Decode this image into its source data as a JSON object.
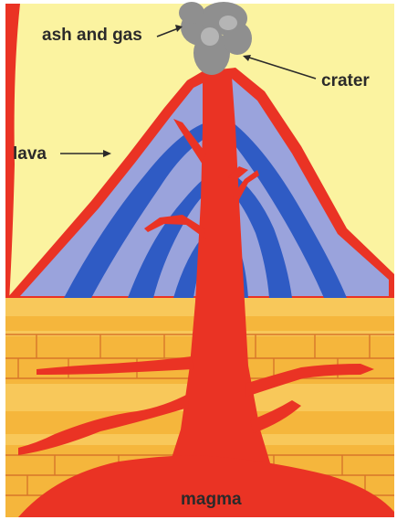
{
  "labels": {
    "ash_and_gas": "ash and gas",
    "crater": "crater",
    "lava": "lava",
    "magma": "magma"
  },
  "colors": {
    "sky": "#fbf3a0",
    "lava": "#ea3324",
    "lava_dark": "#c9261b",
    "cone_light": "#9aa3dc",
    "cone_dark": "#2f5bc4",
    "ground": "#f5b63c",
    "ground_light": "#f8c85a",
    "brick_line": "#d8762a",
    "ash": "#8f8f8f",
    "text": "#2b2a2a"
  },
  "icons": [
    "arrow-icon",
    "ash-cloud-icon"
  ]
}
